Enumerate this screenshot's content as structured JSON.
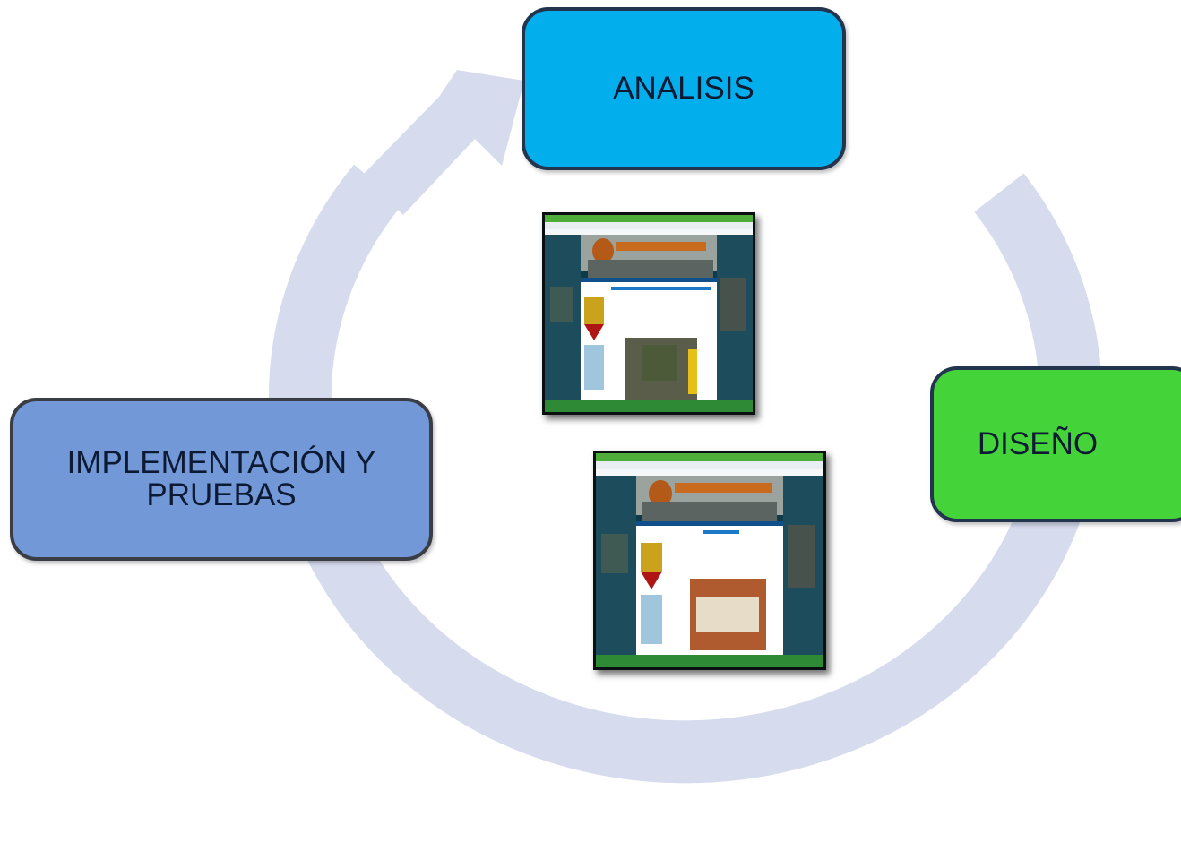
{
  "diagram": {
    "stages": [
      {
        "id": "analisis",
        "label": "ANALISIS",
        "color": "#03aeed"
      },
      {
        "id": "diseno",
        "label": "DISEÑO",
        "color": "#44d43a"
      },
      {
        "id": "implementacion",
        "label": "IMPLEMENTACIÓN Y PRUEBAS",
        "color": "#7398d8"
      }
    ],
    "ring_color": "#d6dcee",
    "screenshots": [
      {
        "id": "screenshot-1",
        "description_icon": "website-screenshot-icon"
      },
      {
        "id": "screenshot-2",
        "description_icon": "website-screenshot-icon"
      }
    ]
  }
}
